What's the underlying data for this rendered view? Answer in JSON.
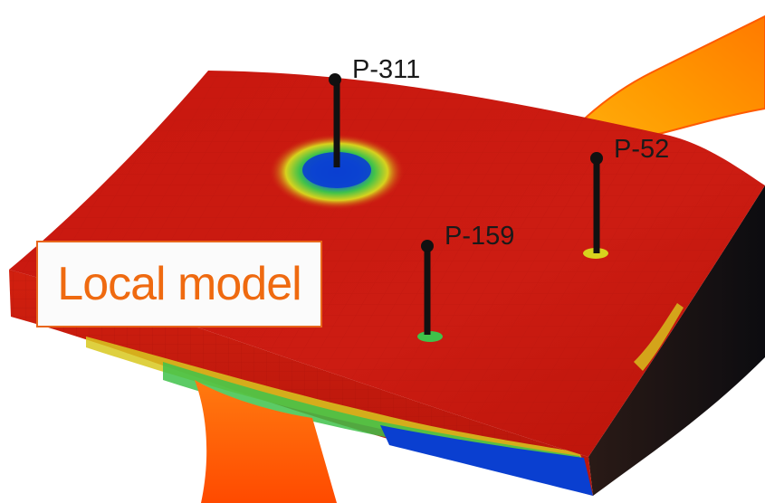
{
  "figure": {
    "callout_label": "Local model",
    "wells": [
      {
        "name": "P-311"
      },
      {
        "name": "P-52"
      },
      {
        "name": "P-159"
      }
    ],
    "colors": {
      "background": "#ffffff",
      "model_red": "#cc1a12",
      "low_blue": "#0a3fd0",
      "mid_green": "#3fc24a",
      "mid_yellow": "#d8d21e",
      "callout_orange": "#ff5a00",
      "callout_amber": "#ffb000",
      "label_text": "#ef6a10"
    }
  }
}
